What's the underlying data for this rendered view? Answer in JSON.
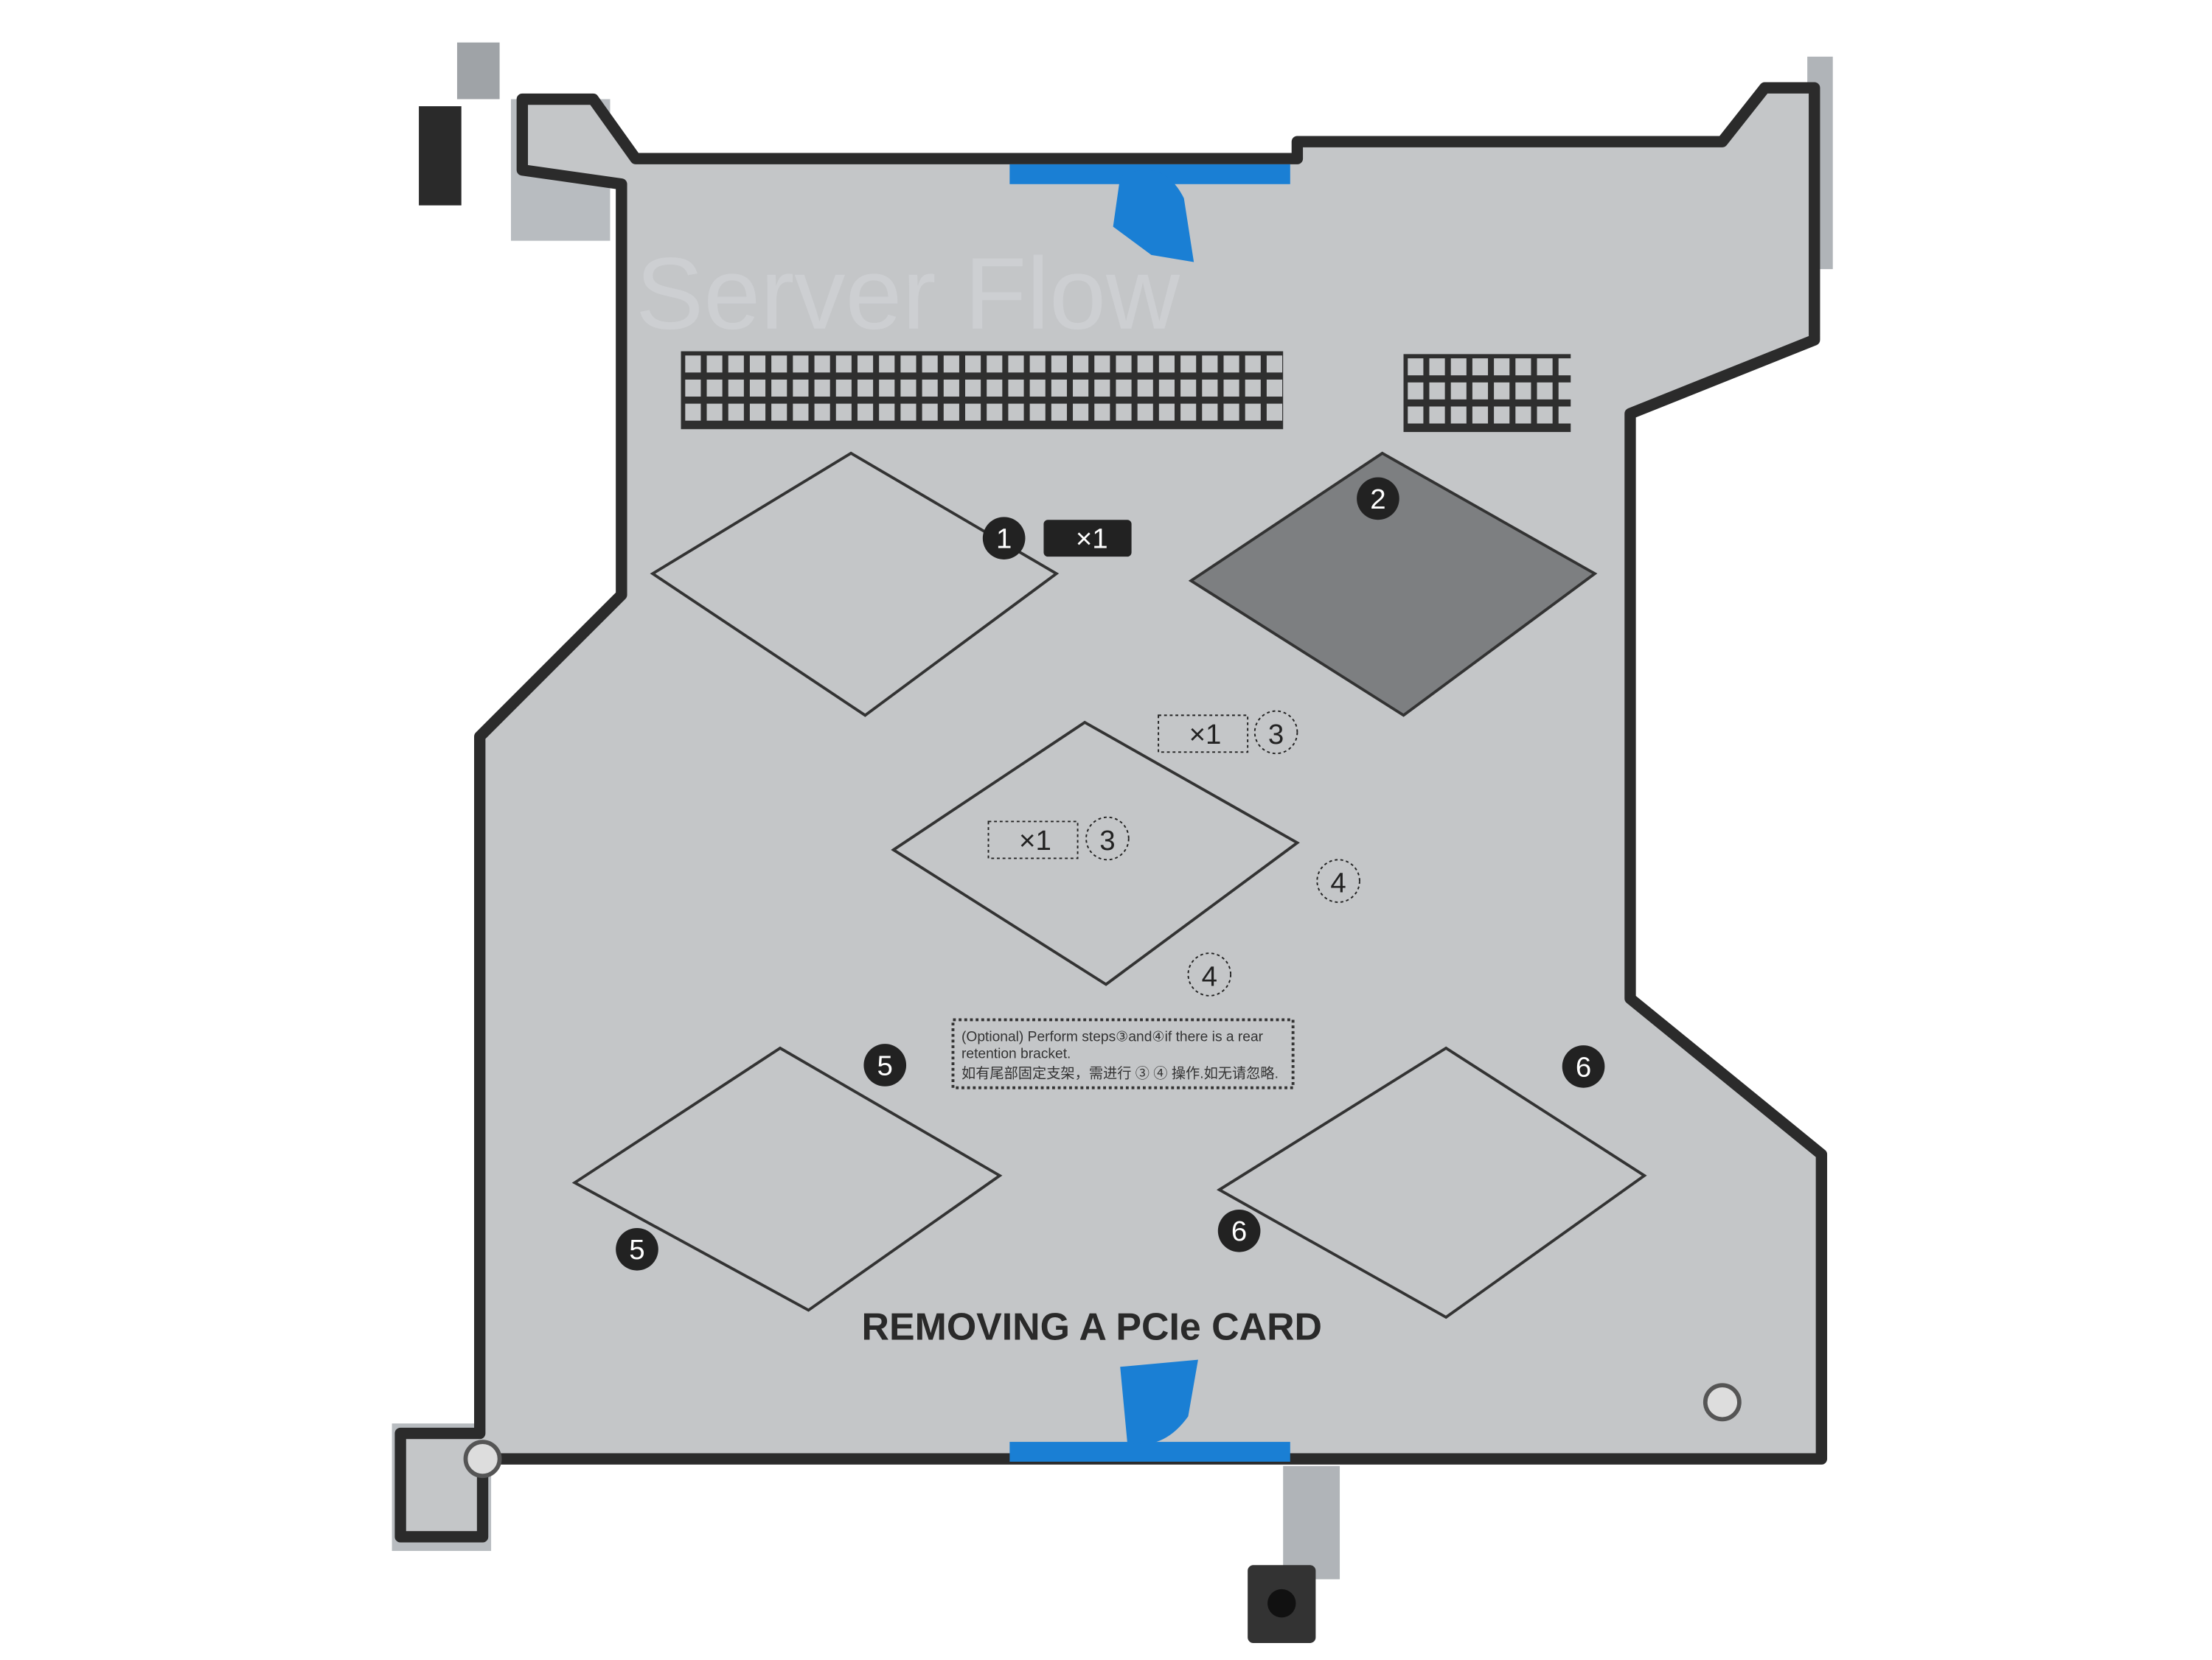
{
  "label": {
    "title": "REMOVING A PCIe CARD",
    "note_en_line1": "(Optional) Perform steps③and④if there is a rear",
    "note_en_line2": "retention bracket.",
    "note_zh": "如有尾部固定支架，需进行 ③ ④ 操作.如无请忽略.",
    "screw_count": "×1",
    "steps": [
      "1",
      "2",
      "3",
      "4",
      "5",
      "6"
    ],
    "watermark": "Server Flow"
  },
  "colors": {
    "plate": "#c3c5c7",
    "border": "#2b2b2b",
    "tab_blue": "#1a7fd4",
    "metal": "#a9adb1"
  }
}
